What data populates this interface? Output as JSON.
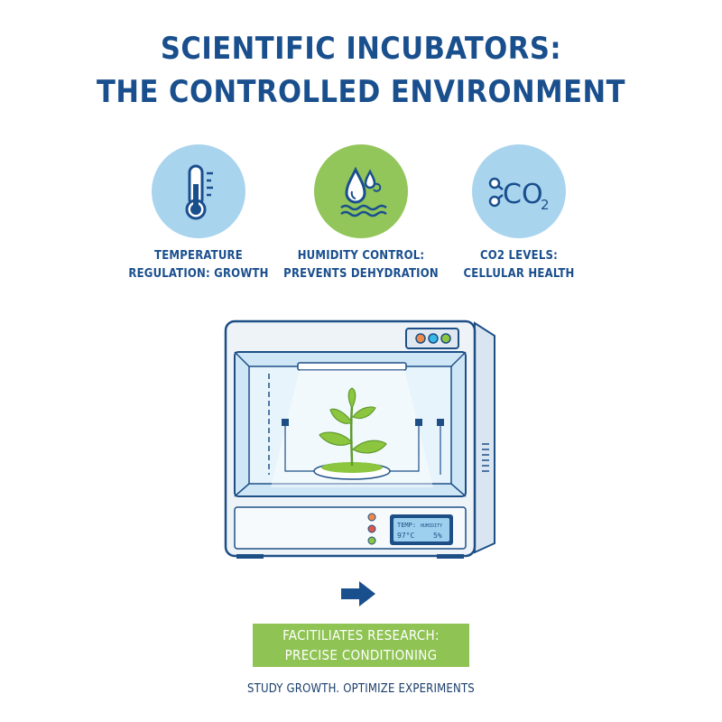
{
  "title": {
    "line1": "SCIENTIFIC INCUBATORS:",
    "line2": "THE CONTROLLED ENVIRONMENT"
  },
  "features": [
    {
      "icon": "thermometer-icon",
      "color": "#a9d4ee",
      "line1": "TEMPERATURE",
      "line2": "REGULATION: GROWTH"
    },
    {
      "icon": "water-droplets-icon",
      "color": "#92c65a",
      "line1": "HUMIDITY CONTROL:",
      "line2": "PREVENTS DEHYDRATION"
    },
    {
      "icon": "co2-molecule-icon",
      "color": "#a9d4ee",
      "co2_symbol": "CO",
      "co2_subscript": "2",
      "line1": "CO2 LEVELS:",
      "line2": "CELLULAR HEALTH"
    }
  ],
  "incubator": {
    "display": {
      "temp_label": "TEMP:",
      "temp_value": "97°C",
      "humidity_label": "HUMIDITY",
      "humidity_value": "5%"
    },
    "indicator_colors": [
      "#f08a4b",
      "#38b8e6",
      "#8cc63f"
    ]
  },
  "banner": {
    "line1": "FACITILIATES RESEARCH:",
    "line2": "PRECISE CONDITIONING"
  },
  "footer": "STUDY GROWTH. OPTIMIZE EXPERIMENTS"
}
